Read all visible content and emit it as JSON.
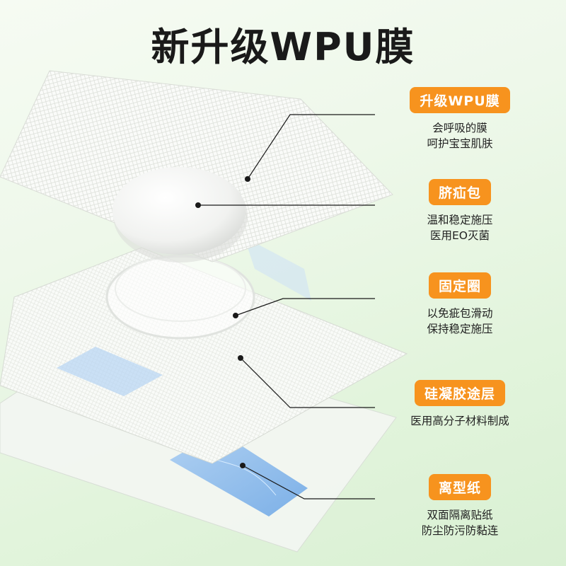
{
  "title": "新升级WPU膜",
  "callouts": [
    {
      "label": "升级WPU膜",
      "lines": [
        "会呼吸的膜",
        "呵护宝宝肌肤"
      ]
    },
    {
      "label": "脐疝包",
      "lines": [
        "温和稳定施压",
        "医用EO灭菌"
      ]
    },
    {
      "label": "固定圈",
      "lines": [
        "以免疵包滑动",
        "保持稳定施压"
      ]
    },
    {
      "label": "硅凝胶途层",
      "lines": [
        "医用高分子材料制成"
      ]
    },
    {
      "label": "离型纸",
      "lines": [
        "双面隔离贴纸",
        "防尘防污防黏连"
      ]
    }
  ],
  "colors": {
    "accent": "#f7931e",
    "release_strip": "#8bb9ea",
    "text": "#1a1a1a"
  }
}
